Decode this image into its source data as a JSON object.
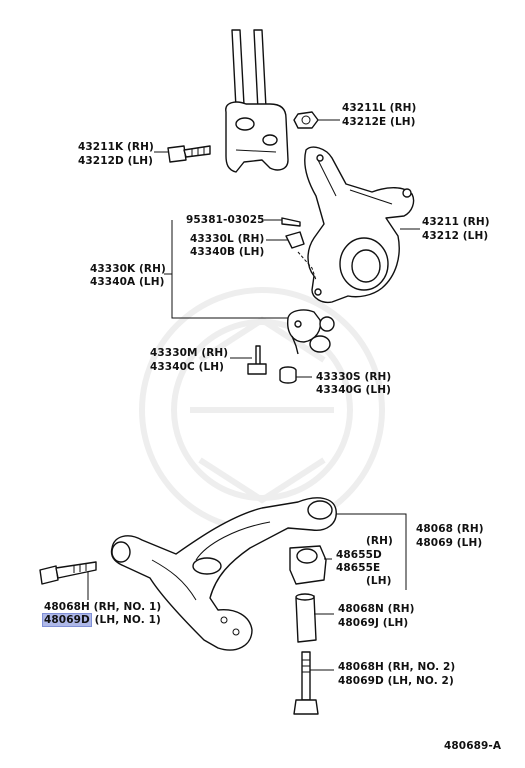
{
  "labels": {
    "l43211L": "43211L (RH)",
    "l43212E": "43212E (LH)",
    "l43211K": "43211K (RH)",
    "l43212D": "43212D (LH)",
    "l95381": "95381-03025",
    "l43330L": "43330L (RH)",
    "l43340B": "43340B (LH)",
    "l43211": "43211 (RH)",
    "l43212": "43212 (LH)",
    "l43330K": "43330K (RH)",
    "l43340A": "43340A (LH)",
    "l43330M": "43330M (RH)",
    "l43340C": "43340C (LH)",
    "l43330S": "43330S (RH)",
    "l43340G": "43340G (LH)",
    "rh_tag": "(RH)",
    "l48068": "48068 (RH)",
    "l48069": "48069 (LH)",
    "l48655D": "48655D",
    "l48655E": "48655E",
    "lh_tag": "(LH)",
    "l48068H_1": "48068H (RH, NO. 1)",
    "l48069D_1_num": "48069D",
    "l48069D_1_rest": "(LH, NO. 1)",
    "l48068N": "48068N (RH)",
    "l48069J": "48069J (LH)",
    "l48068H_2": "48068H (RH, NO. 2)",
    "l48069D_2": "48069D (LH, NO. 2)"
  },
  "figure_code": "480689-A",
  "highlight_color": "#aeb8e8"
}
